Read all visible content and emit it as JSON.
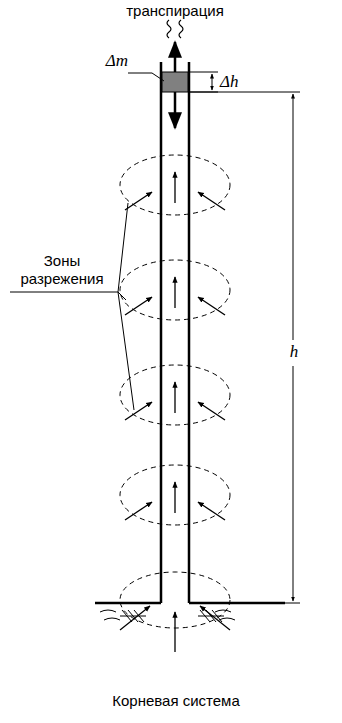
{
  "diagram": {
    "labels": [
      "транспирация",
      "Δm",
      "Δh",
      "h",
      "Зоны разрежения",
      "Корневая система"
    ]
  }
}
